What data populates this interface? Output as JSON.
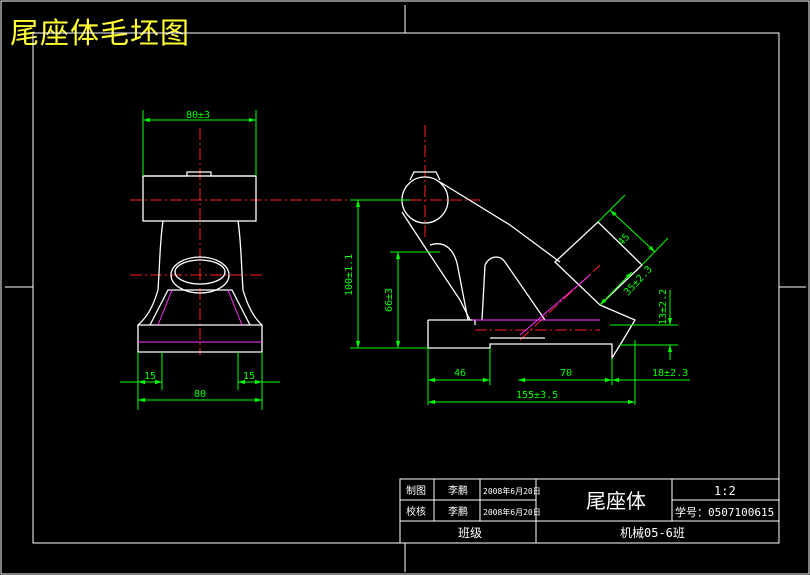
{
  "title": "尾座体毛坯图",
  "front_view": {
    "dim_top_width": "80±3",
    "dim_left": "15",
    "dim_bottom": "80",
    "dim_right": "15"
  },
  "side_view": {
    "dim_height_total": "100±1.1",
    "dim_height_mid": "66±3",
    "dim_base_left": "46",
    "dim_base_mid": "70",
    "dim_base_right": "18±2.3",
    "dim_base_total": "155±3.5",
    "dim_right_height": "13±2.2",
    "dim_boss_dia": "45",
    "dim_boss_height": "35±2.3"
  },
  "title_block": {
    "drawn_label": "制图",
    "drawn_name": "李鹏",
    "drawn_date": "2008年6月20日",
    "checked_label": "校核",
    "checked_name": "李鹏",
    "checked_date": "2008年6月20日",
    "part_name": "尾座体",
    "scale": "1:2",
    "student_no": "学号：0507100615",
    "class_label": "班级",
    "class_value": "机械05-6班"
  },
  "colors": {
    "outline": "#ffffff",
    "dimension": "#00ff00",
    "centerline": "#ff2020",
    "hidden": "#ff33ff",
    "title": "#ffff33"
  }
}
